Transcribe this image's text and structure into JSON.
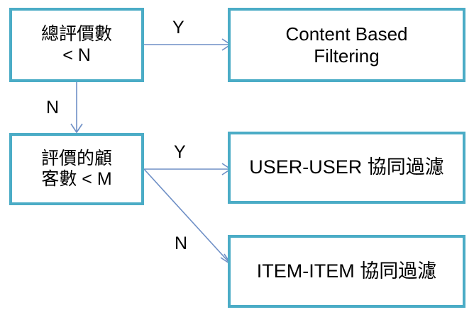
{
  "diagram": {
    "title": "Recommendation algorithm selection flowchart",
    "accent_color": "#4BACC6",
    "edge_color": "#6E8FC6",
    "background_color": "#FFFFFF",
    "text_color": "#000000",
    "nodes": [
      {
        "id": "total-reviews",
        "kind": "decision",
        "text": "總評價數\n< N"
      },
      {
        "id": "content-based",
        "kind": "action",
        "text": "Content Based\nFiltering"
      },
      {
        "id": "customer-count",
        "kind": "decision",
        "text": "評價的顧\n客數 < M"
      },
      {
        "id": "user-user",
        "kind": "action",
        "text": "USER-USER 協同過濾"
      },
      {
        "id": "item-item",
        "kind": "action",
        "text": "ITEM-ITEM 協同過濾"
      }
    ],
    "edges": [
      {
        "id": "total-reviews-yes",
        "label": "Y",
        "from": "total-reviews",
        "to": "content-based"
      },
      {
        "id": "total-reviews-no",
        "label": "N",
        "from": "total-reviews",
        "to": "customer-count"
      },
      {
        "id": "customer-count-yes",
        "label": "Y",
        "from": "customer-count",
        "to": "user-user"
      },
      {
        "id": "customer-count-no",
        "label": "N",
        "from": "customer-count",
        "to": "item-item"
      }
    ]
  }
}
